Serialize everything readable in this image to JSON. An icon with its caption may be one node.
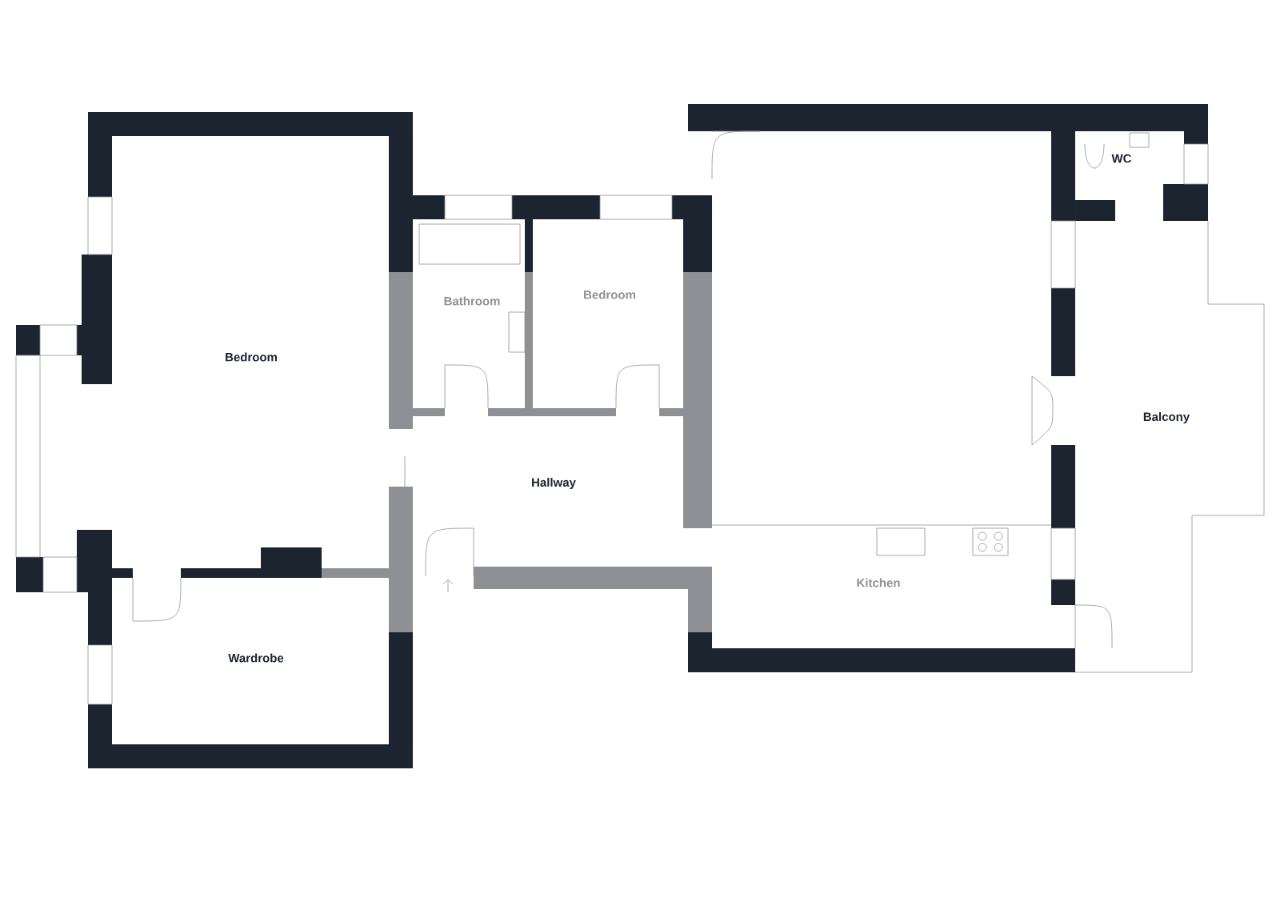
{
  "diagram": {
    "labels": [
      "Bedroom",
      "Bathroom",
      "Bedroom",
      "WC",
      "Balcony",
      "Hallway",
      "Kitchen",
      "Wardrobe"
    ]
  }
}
